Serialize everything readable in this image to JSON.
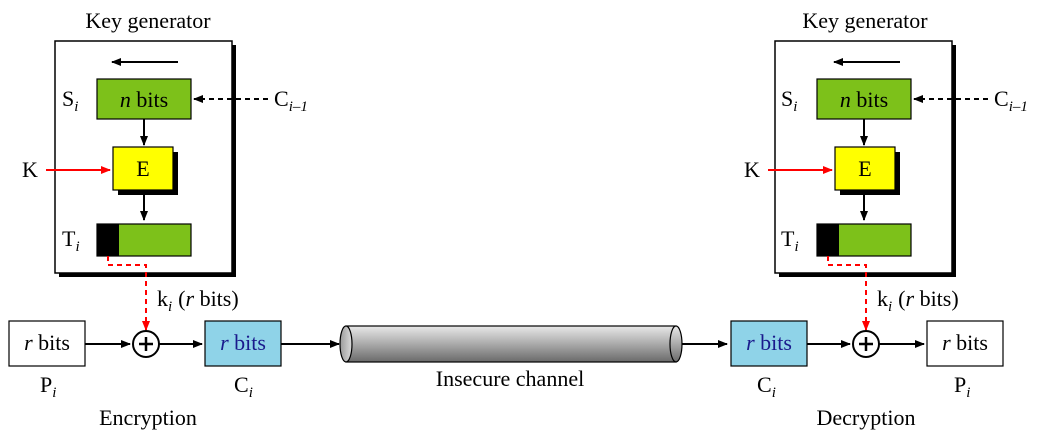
{
  "encryption_side": {
    "key_generator_title": "Key generator",
    "shift_register": {
      "symbol": "S",
      "subscript": "i",
      "label_var": "n",
      "label_text": " bits"
    },
    "feedback_input": {
      "symbol": "C",
      "subscript": "i–1"
    },
    "key_input": "K",
    "encrypt_block": "E",
    "temp_register": {
      "symbol": "T",
      "subscript": "i"
    },
    "key_stream": {
      "symbol": "k",
      "subscript": "i",
      "var": "r",
      "text": " bits"
    },
    "plaintext_box": {
      "var": "r",
      "text": " bits"
    },
    "plaintext_label": {
      "symbol": "P",
      "subscript": "i"
    },
    "ciphertext_box": {
      "var": "r",
      "text": " bits"
    },
    "ciphertext_label": {
      "symbol": "C",
      "subscript": "i"
    },
    "caption": "Encryption"
  },
  "channel": {
    "label": "Insecure channel"
  },
  "decryption_side": {
    "key_generator_title": "Key generator",
    "shift_register": {
      "symbol": "S",
      "subscript": "i",
      "label_var": "n",
      "label_text": " bits"
    },
    "feedback_input": {
      "symbol": "C",
      "subscript": "i–1"
    },
    "key_input": "K",
    "encrypt_block": "E",
    "temp_register": {
      "symbol": "T",
      "subscript": "i"
    },
    "key_stream": {
      "symbol": "k",
      "subscript": "i",
      "var": "r",
      "text": " bits"
    },
    "ciphertext_box": {
      "var": "r",
      "text": " bits"
    },
    "ciphertext_label": {
      "symbol": "C",
      "subscript": "i"
    },
    "plaintext_box": {
      "var": "r",
      "text": " bits"
    },
    "plaintext_label": {
      "symbol": "P",
      "subscript": "i"
    },
    "caption": "Decryption"
  },
  "colors": {
    "register_green": "#7DC11A",
    "cipher_block_yellow": "#FFFF00",
    "ciphertext_blue": "#8FD3E8",
    "key_arrow_red": "#FF0000",
    "blue_text": "#1a1a8c"
  }
}
